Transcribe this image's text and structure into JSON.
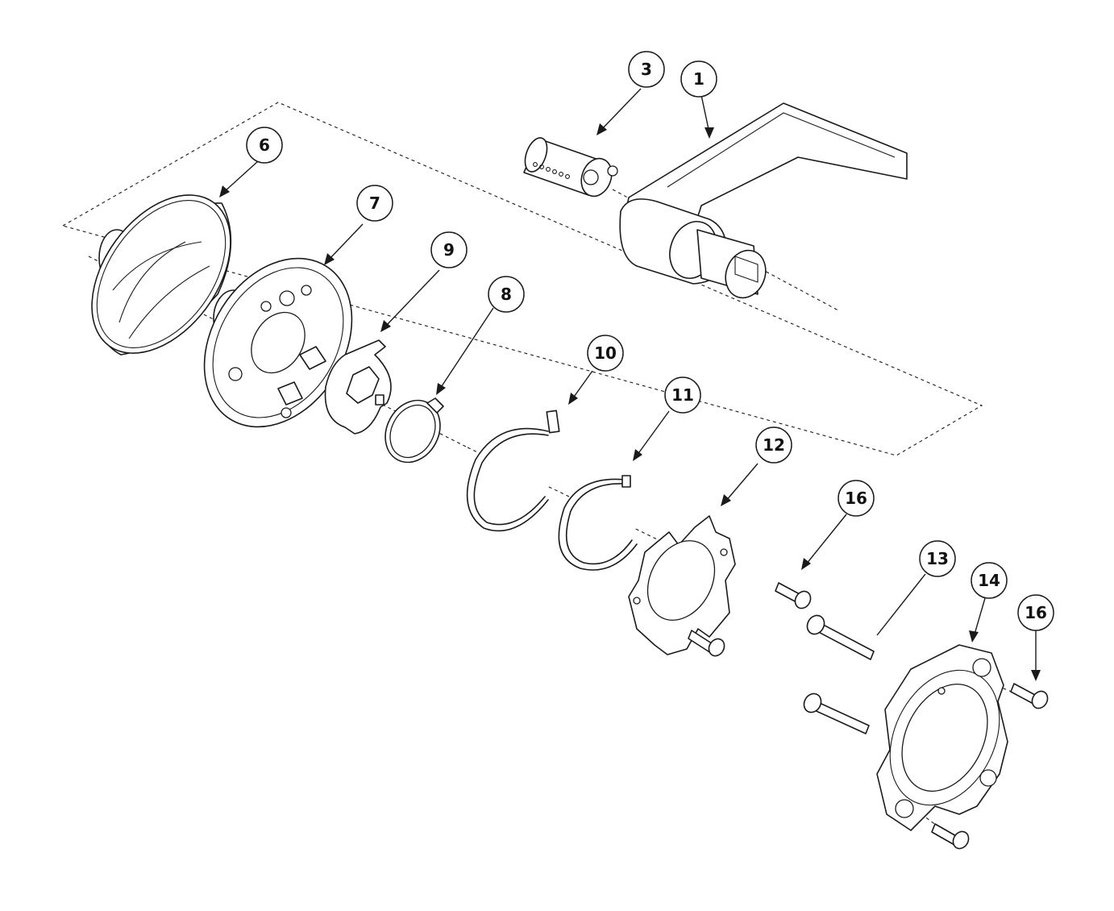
{
  "callouts": [
    {
      "id": "c1",
      "label": "1"
    },
    {
      "id": "c3",
      "label": "3"
    },
    {
      "id": "c6",
      "label": "6"
    },
    {
      "id": "c7",
      "label": "7"
    },
    {
      "id": "c9",
      "label": "9"
    },
    {
      "id": "c8",
      "label": "8"
    },
    {
      "id": "c10",
      "label": "10"
    },
    {
      "id": "c11",
      "label": "11"
    },
    {
      "id": "c12",
      "label": "12"
    },
    {
      "id": "c16a",
      "label": "16"
    },
    {
      "id": "c13",
      "label": "13"
    },
    {
      "id": "c14",
      "label": "14"
    },
    {
      "id": "c16b",
      "label": "16"
    }
  ]
}
